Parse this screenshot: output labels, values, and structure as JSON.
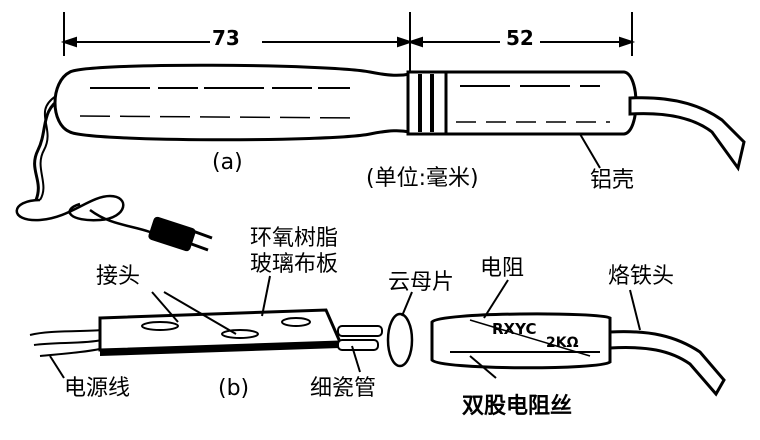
{
  "dimensions": {
    "handle": "73",
    "barrel": "52"
  },
  "figure_a": {
    "caption": "(a)",
    "unit_note": "(单位:毫米)",
    "shell_label": "铝壳"
  },
  "figure_b": {
    "caption": "(b)",
    "labels": {
      "epoxy_line1": "环氧树脂",
      "epoxy_line2": "玻璃布板",
      "joint": "接头",
      "mica": "云母片",
      "resistor": "电阻",
      "tip": "烙铁头",
      "power_cord": "电源线",
      "ceramic_tube": "细瓷管",
      "twin_wire": "双股电阻丝",
      "resistor_marking_1": "RXYC",
      "resistor_marking_2": "2KΩ"
    }
  }
}
